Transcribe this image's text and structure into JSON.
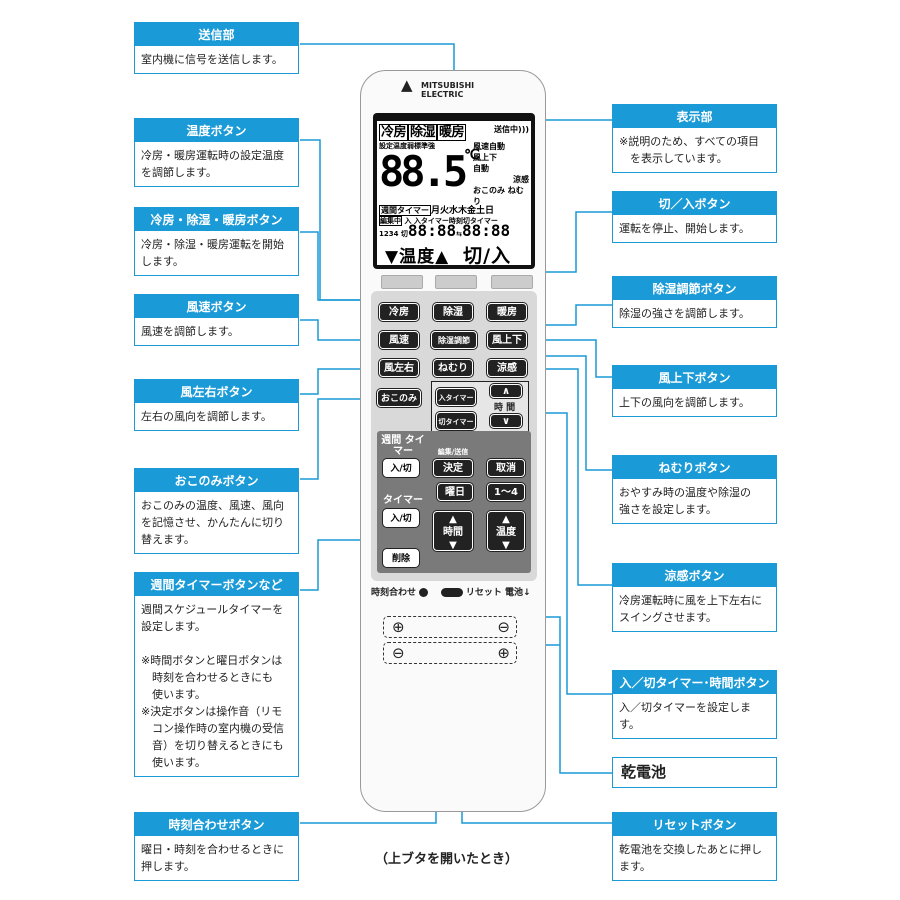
{
  "callouts": {
    "transmitter": {
      "title": "送信部",
      "body": "室内機に信号を送信します。"
    },
    "temp_button": {
      "title": "温度ボタン",
      "body": "冷房・暖房運転時の設定温度\nを調節します。"
    },
    "mode_buttons": {
      "title": "冷房・除湿・暖房ボタン",
      "body": "冷房・除湿・暖房運転を開始\nします。"
    },
    "fan_speed": {
      "title": "風速ボタン",
      "body": "風速を調節します。"
    },
    "lr_swing": {
      "title": "風左右ボタン",
      "body": "左右の風向を調節します。"
    },
    "okonomi": {
      "title": "おこのみボタン",
      "body": "おこのみの温度、風速、風向\nを記憶させ、かんたんに切り\n替えます。"
    },
    "weekly_timer": {
      "title": "週間タイマーボタンなど",
      "body": "週間スケジュールタイマーを\n設定します。\n\n※時間ボタンと曜日ボタンは\n　時刻を合わせるときにも\n　使います。\n※決定ボタンは操作音（リモ\n　コン操作時の室内機の受信\n　音）を切り替えるときにも\n　使います。"
    },
    "clock_set": {
      "title": "時刻合わせボタン",
      "body": "曜日・時刻を合わせるときに\n押します。"
    },
    "display": {
      "title": "表示部",
      "body": "※説明のため、すべての項目\n　を表示しています。"
    },
    "power": {
      "title": "切／入ボタン",
      "body": "運転を停止、開始します。"
    },
    "dehum_adjust": {
      "title": "除湿調節ボタン",
      "body": "除湿の強さを調節します。"
    },
    "ud_swing": {
      "title": "風上下ボタン",
      "body": "上下の風向を調節します。"
    },
    "sleep": {
      "title": "ねむりボタン",
      "body": "おやすみ時の温度や除湿の\n強さを設定します。"
    },
    "cool_feel": {
      "title": "涼感ボタン",
      "body": "冷房運転時に風を上下左右に\nスイングさせます。"
    },
    "onoff_timer": {
      "title": "入／切タイマー･時間ボタン",
      "body": "入／切タイマーを設定します。"
    },
    "battery": {
      "body": "乾電池"
    },
    "reset": {
      "title": "リセットボタン",
      "body": "乾電池を交換したあとに押し\nます。"
    }
  },
  "caption": "（上ブタを開いたとき）",
  "remote": {
    "brand_top": "MITSUBISHI",
    "brand_bottom": "ELECTRIC",
    "lcd": {
      "modes": [
        "冷房",
        "除湿",
        "暖房"
      ],
      "sending": "送信中",
      "row2": "設定温度弱標準強",
      "right_lines": [
        "風速自動",
        "風上下",
        "自動",
        "涼感",
        "おこのみ ねむり"
      ],
      "temp": "88.5",
      "unit": "℃",
      "week_label": "週間タイマー",
      "days": "月火水木金土日",
      "edit": "編集中",
      "nums": "1234",
      "timer_on": "入",
      "timer_off": "切",
      "timer_text": "入タイマー時刻切タイマー",
      "time_digits": "88:88",
      "temp_label": "▼温度▲",
      "power_label": "切/入"
    },
    "buttons": {
      "cool": "冷房",
      "dry": "除湿",
      "heat": "暖房",
      "fan": "風速",
      "dry_adj": "除湿調節",
      "ud": "風上下",
      "lr": "風左右",
      "sleep": "ねむり",
      "cool_feel": "涼感",
      "okonomi": "おこのみ",
      "on_timer": "入タイマー",
      "off_timer": "切タイマー",
      "hour_label": "時 間",
      "week_title": "週間\nタイマー",
      "week_onoff": "入/切",
      "edit_send": "編集/送信",
      "confirm": "決定",
      "cancel": "取消",
      "day": "曜日",
      "range": "1〜4",
      "timer": "タイマー",
      "timer_onoff": "入/切",
      "hour": "時間",
      "temp": "温度",
      "delete": "削除",
      "clock": "時刻合わせ",
      "reset": "リセット",
      "battery": "電池"
    }
  },
  "colors": {
    "accent": "#1a9ad6"
  }
}
